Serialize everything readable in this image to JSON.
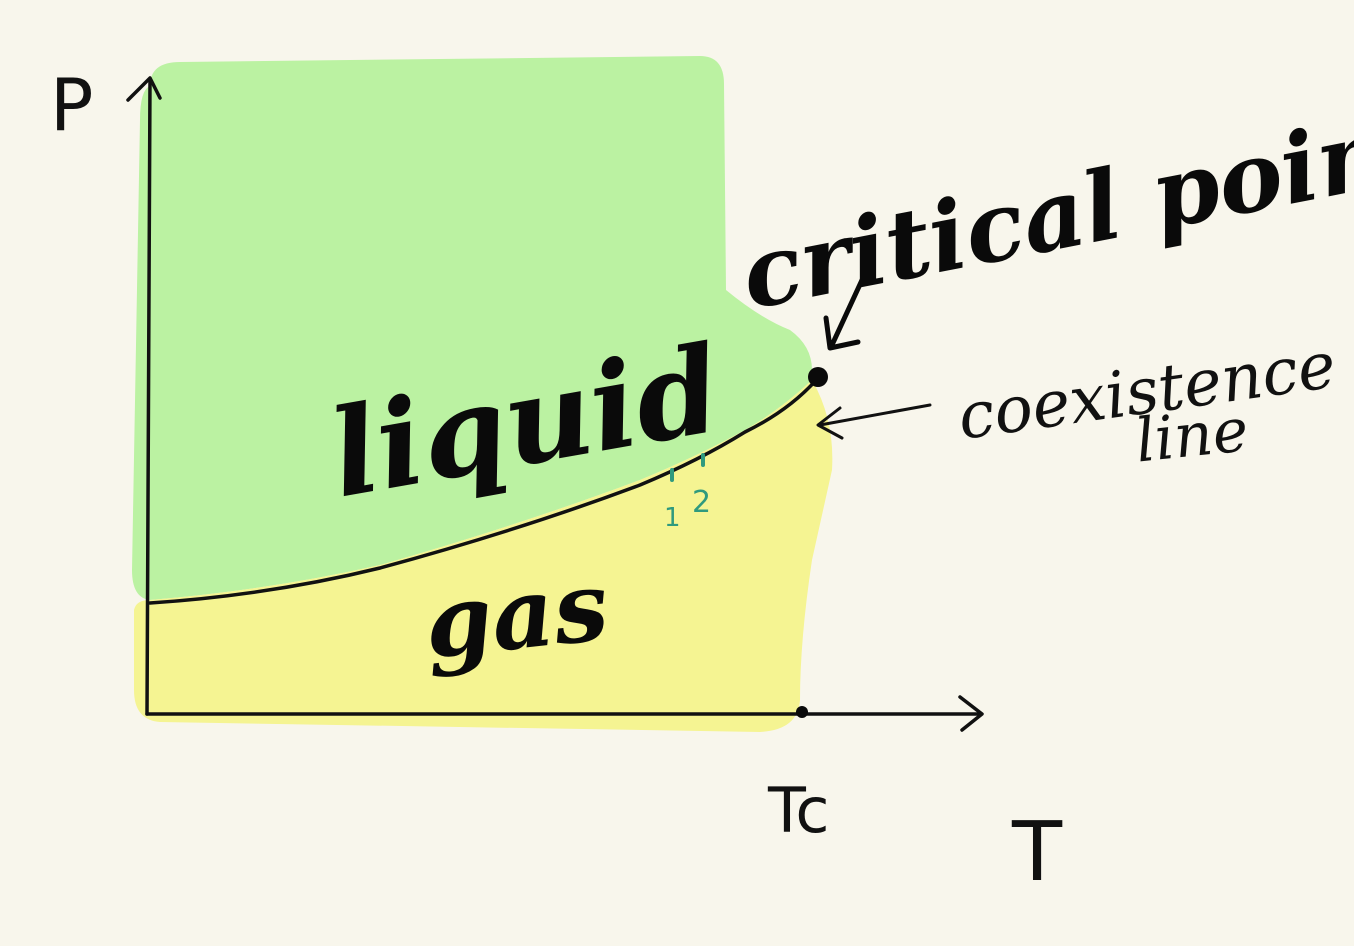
{
  "axes": {
    "y_label": "P",
    "x_label": "T",
    "x_tick_label": "Tc"
  },
  "regions": {
    "liquid_label": "liquid",
    "gas_label": "gas",
    "liquid_color": "#bbf2a2",
    "gas_color": "#f5f492"
  },
  "annotations": {
    "critical_point": "critical point",
    "coexistence_line_1": "coexistence",
    "coexistence_line_2": "line",
    "point_1": "1",
    "point_2": "2"
  },
  "colors": {
    "ink": "#111111",
    "markers": "#2f9a7e",
    "background": "#f8f6ec"
  }
}
